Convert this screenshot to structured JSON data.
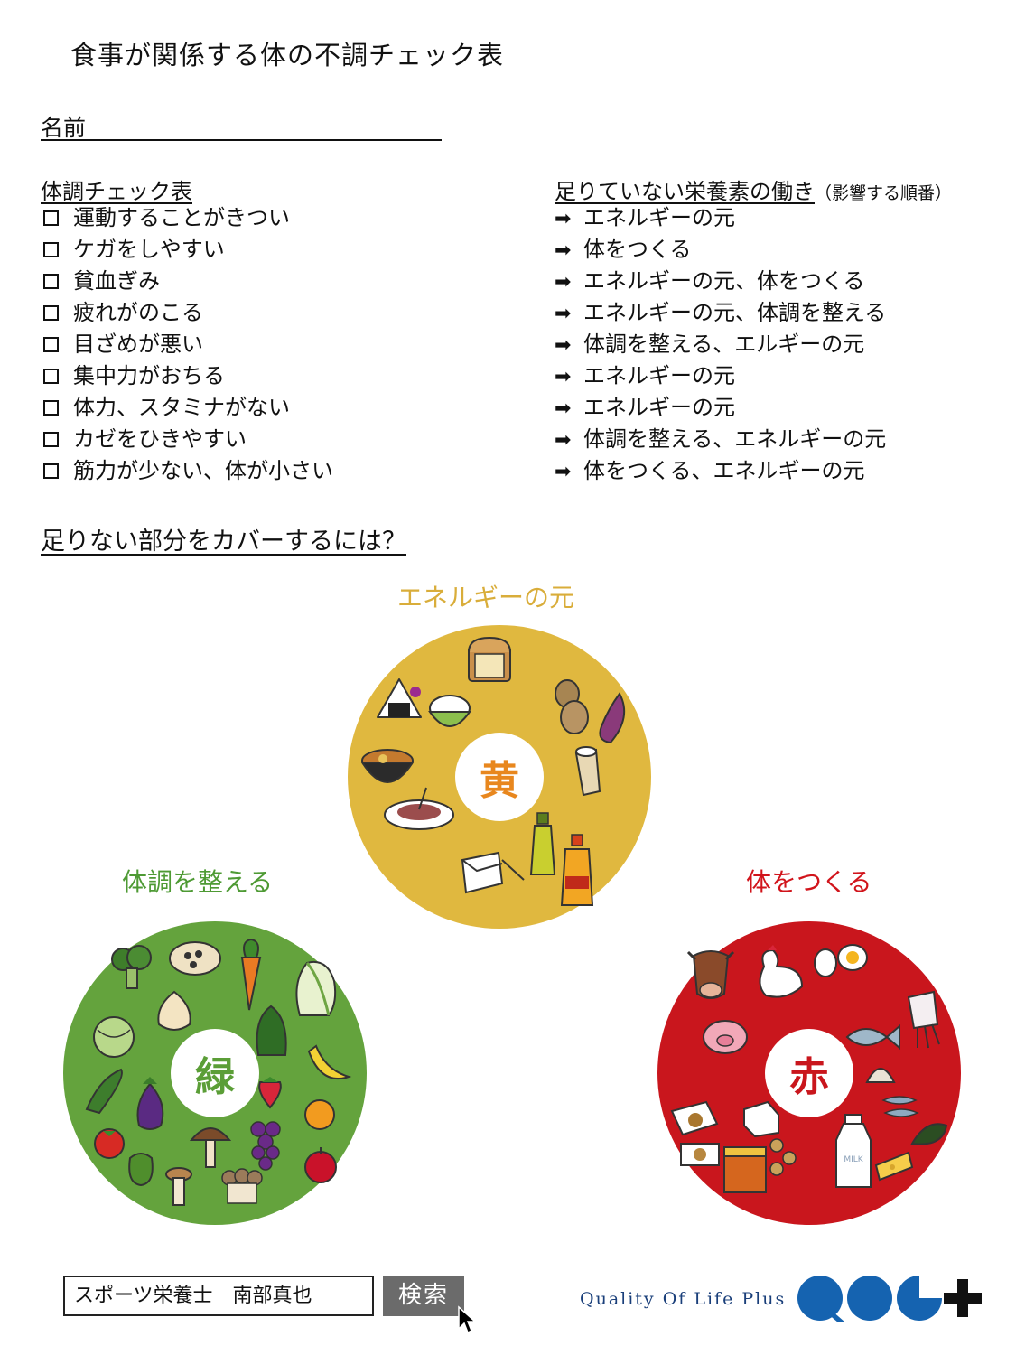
{
  "title": "食事が関係する体の不調チェック表",
  "name_label": "名前",
  "checklist": {
    "heading": "体調チェック表",
    "items": [
      "運動することがきつい",
      "ケガをしやすい",
      "貧血ぎみ",
      "疲れがのこる",
      "目ざめが悪い",
      "集中力がおちる",
      "体力、スタミナがない",
      "カゼをひきやすい",
      "筋力が少ない、体が小さい"
    ]
  },
  "nutrients": {
    "heading": "足りていない栄養素の働き",
    "heading_note": "（影響する順番）",
    "arrow": "➡",
    "items": [
      "エネルギーの元",
      "体をつくる",
      "エネルギーの元、体をつくる",
      "エネルギーの元、体調を整える",
      "体調を整える、エルギーの元",
      "エネルギーの元",
      "エネルギーの元",
      "体調を整える、エネルギーの元",
      "体をつくる、エネルギーの元"
    ]
  },
  "cover_question": "足りない部分をカバーするには？",
  "groups": {
    "yellow": {
      "label": "エネルギーの元",
      "center": "黄",
      "color": "#e0b83f",
      "label_color": "#d9ad3a",
      "center_color": "#e8871e"
    },
    "green": {
      "label": "体調を整える",
      "center": "緑",
      "color": "#64a33d",
      "label_color": "#4e9a34",
      "center_color": "#5b9e37"
    },
    "red": {
      "label": "体をつくる",
      "center": "赤",
      "color": "#c9161d",
      "label_color": "#d1141b",
      "center_color": "#c9161d"
    }
  },
  "search": {
    "value": "スポーツ栄養士　南部真也",
    "button": "検索"
  },
  "brand": "Quality Of Life Plus",
  "milk_label": "MILK"
}
